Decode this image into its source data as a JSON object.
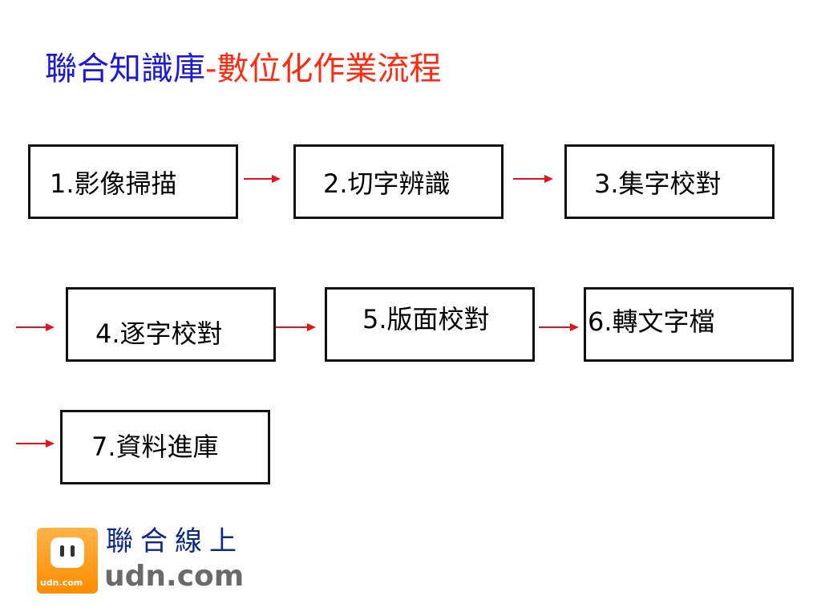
{
  "title": {
    "part1": "聯合知識庫",
    "part2": "-數位化作業流程",
    "colors": {
      "part1": "#1a1ad6",
      "part2": "#ff2a10"
    }
  },
  "steps": [
    {
      "id": 1,
      "label": "1.影像掃描"
    },
    {
      "id": 2,
      "label": "2.切字辨識"
    },
    {
      "id": 3,
      "label": "3.集字校對"
    },
    {
      "id": 4,
      "label": "4.逐字校對"
    },
    {
      "id": 5,
      "label": "5.版面校對"
    },
    {
      "id": 6,
      "label": "6.轉文字檔"
    },
    {
      "id": 7,
      "label": "7.資料進庫"
    }
  ],
  "arrow_color": "#e4141b",
  "logo": {
    "cn": "聯合線上",
    "en": "udn.com",
    "badge_text": "udn.com",
    "icon": "power-socket-icon"
  }
}
